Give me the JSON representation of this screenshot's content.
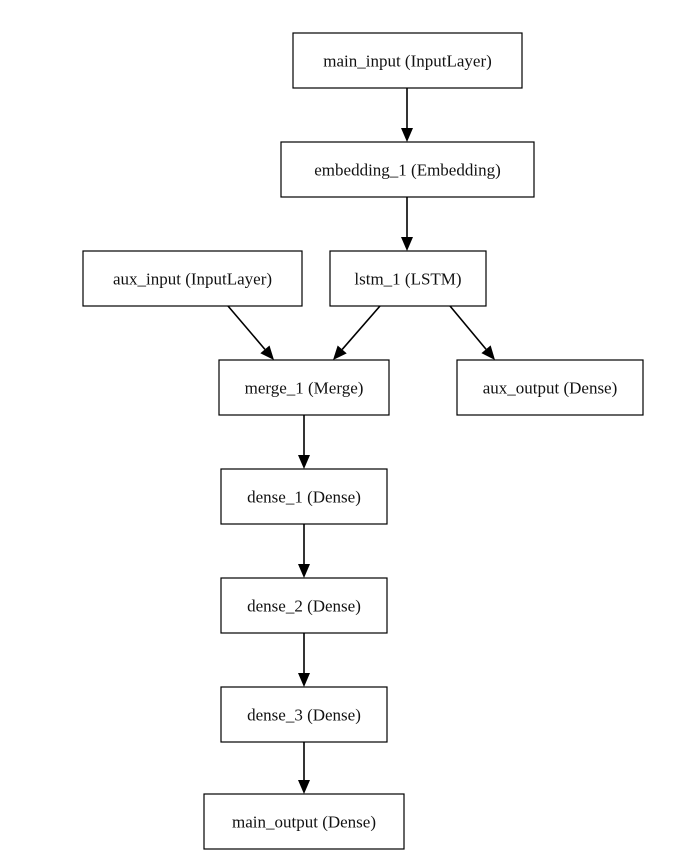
{
  "diagram": {
    "nodes": [
      {
        "id": "main_input",
        "label": "main_input (InputLayer)"
      },
      {
        "id": "embedding_1",
        "label": "embedding_1 (Embedding)"
      },
      {
        "id": "aux_input",
        "label": "aux_input (InputLayer)"
      },
      {
        "id": "lstm_1",
        "label": "lstm_1 (LSTM)"
      },
      {
        "id": "merge_1",
        "label": "merge_1 (Merge)"
      },
      {
        "id": "aux_output",
        "label": "aux_output (Dense)"
      },
      {
        "id": "dense_1",
        "label": "dense_1 (Dense)"
      },
      {
        "id": "dense_2",
        "label": "dense_2 (Dense)"
      },
      {
        "id": "dense_3",
        "label": "dense_3 (Dense)"
      },
      {
        "id": "main_output",
        "label": "main_output (Dense)"
      }
    ],
    "edges": [
      {
        "from": "main_input",
        "to": "embedding_1"
      },
      {
        "from": "embedding_1",
        "to": "lstm_1"
      },
      {
        "from": "aux_input",
        "to": "merge_1"
      },
      {
        "from": "lstm_1",
        "to": "merge_1"
      },
      {
        "from": "lstm_1",
        "to": "aux_output"
      },
      {
        "from": "merge_1",
        "to": "dense_1"
      },
      {
        "from": "dense_1",
        "to": "dense_2"
      },
      {
        "from": "dense_2",
        "to": "dense_3"
      },
      {
        "from": "dense_3",
        "to": "main_output"
      }
    ]
  }
}
